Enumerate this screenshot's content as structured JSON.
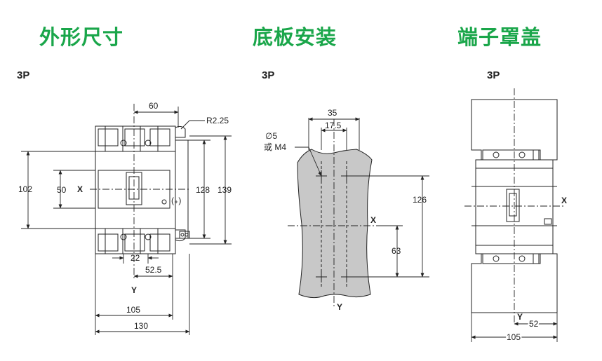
{
  "headings": {
    "outline": "外形尺寸",
    "mounting": "底板安装",
    "cover": "端子罩盖"
  },
  "labels": {
    "pole_outline": "3P",
    "pole_mounting": "3P",
    "pole_cover": "3P"
  },
  "outline": {
    "dim_60": "60",
    "dim_r": "R2.25",
    "dim_102": "102",
    "dim_50": "50",
    "axis_x": "X",
    "symbol": "(₊)",
    "dim_128": "128",
    "dim_139": "139",
    "dim_22": "22",
    "dim_52_5": "52.5",
    "axis_y": "Y",
    "dim_105": "105",
    "dim_130": "130"
  },
  "mounting": {
    "dim_35": "35",
    "dim_17_5": "17.5",
    "hole_1": "∅5",
    "hole_2": "或 M4",
    "axis_x": "X",
    "dim_126": "126",
    "dim_63": "63",
    "axis_y": "Y"
  },
  "cover": {
    "axis_x": "X",
    "axis_y": "Y",
    "dim_52": "52",
    "dim_105": "105"
  },
  "colors": {
    "heading": "#1aa64a",
    "plate": "#c8c8c8",
    "line": "#222222"
  }
}
